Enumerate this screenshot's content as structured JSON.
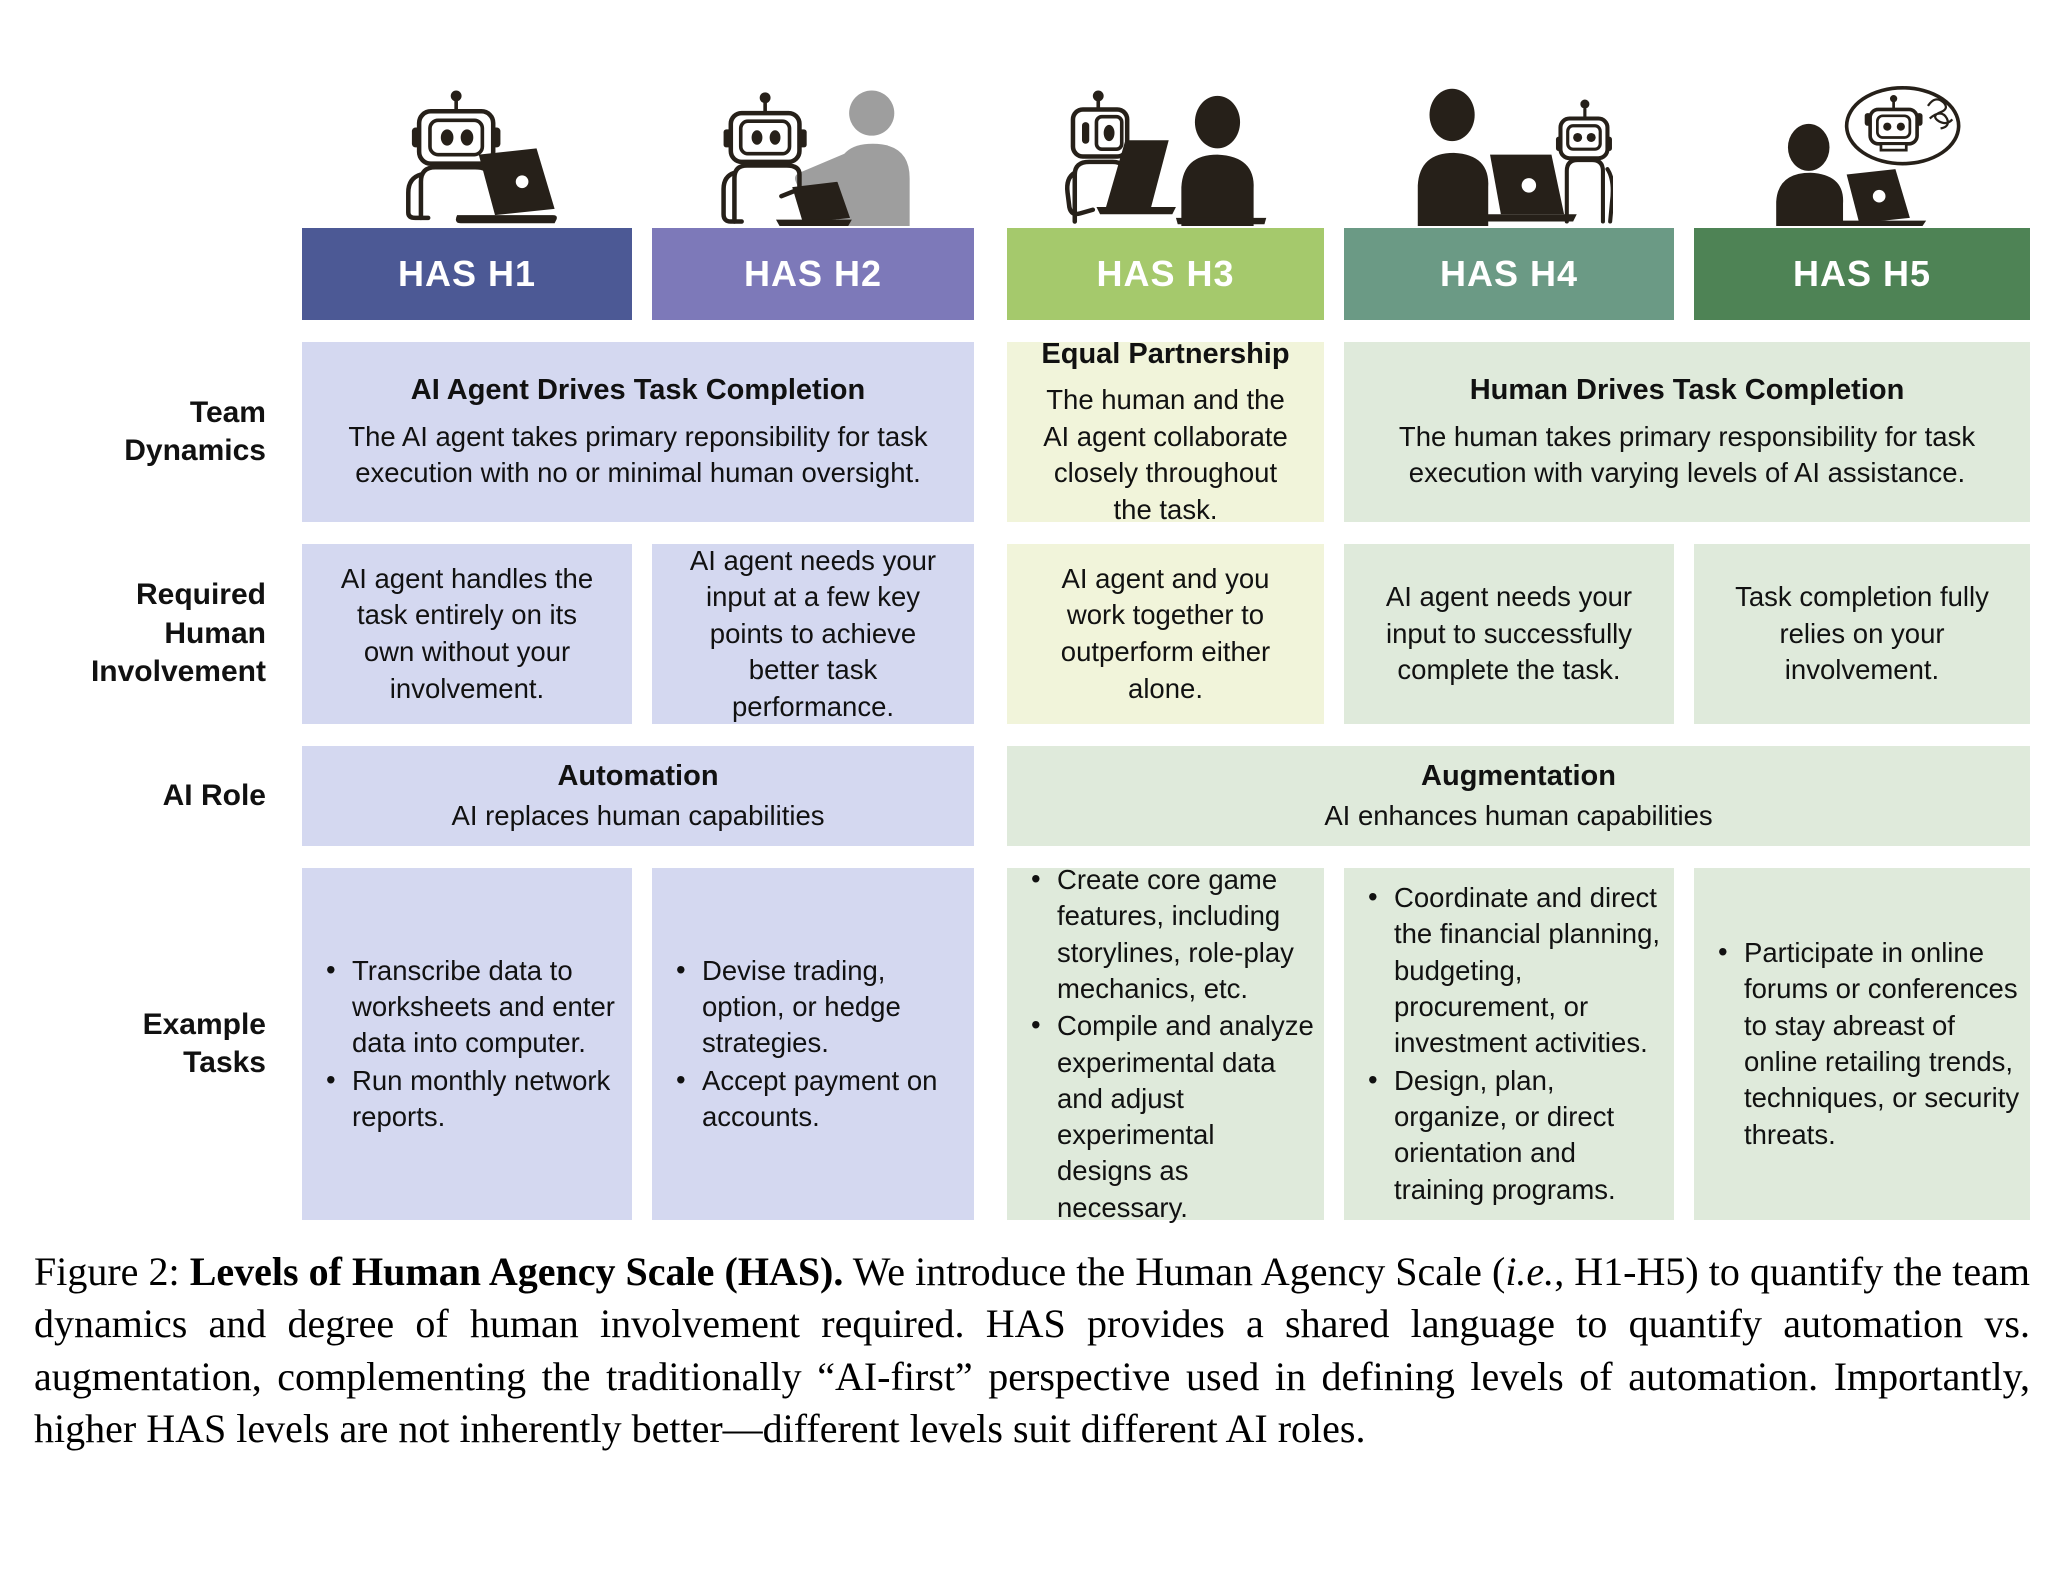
{
  "figure": {
    "columns": [
      {
        "id": "h1",
        "header": "HAS H1",
        "header_color": "#4C5995",
        "icon": "robot-at-laptop"
      },
      {
        "id": "h2",
        "header": "HAS H2",
        "header_color": "#7D79B9",
        "icon": "robot-with-human-helper"
      },
      {
        "id": "h3",
        "header": "HAS H3",
        "header_color": "#A5C96C",
        "icon": "robot-and-human-collaborating"
      },
      {
        "id": "h4",
        "header": "HAS H4",
        "header_color": "#6B9A85",
        "icon": "human-with-robot-assistant"
      },
      {
        "id": "h5",
        "header": "HAS H5",
        "header_color": "#4E8355",
        "icon": "human-thinking-of-robot"
      }
    ],
    "colors": {
      "lavender": "#D4D8F0",
      "pale_yellow_green": "#F1F4DA",
      "pale_green": "#DFEADB"
    },
    "rows": {
      "team_dynamics": {
        "label": "Team\nDynamics",
        "left": {
          "title": "AI Agent Drives Task Completion",
          "body": "The AI agent takes primary reponsibility for task execution with no or minimal human oversight."
        },
        "middle": {
          "title": "Equal Partnership",
          "body": "The human and the AI agent collaborate closely throughout the task."
        },
        "right": {
          "title": "Human Drives Task Completion",
          "body": "The human takes primary responsibility for task execution with varying levels of AI assistance."
        }
      },
      "required_involvement": {
        "label": "Required\nHuman\nInvolvement",
        "cells": [
          "AI agent handles the task entirely on its own without your involvement.",
          "AI agent needs your input at a few key points to achieve better task performance.",
          "AI agent and you work together to outperform either alone.",
          "AI agent needs your input to successfully complete the task.",
          "Task completion fully relies on your involvement."
        ]
      },
      "ai_role": {
        "label": "AI Role",
        "automation": {
          "title": "Automation",
          "body": "AI replaces human capabilities"
        },
        "augmentation": {
          "title": "Augmentation",
          "body": "AI enhances human capabilities"
        }
      },
      "example_tasks": {
        "label": "Example\nTasks",
        "h1": [
          "Transcribe data to worksheets and enter data into computer.",
          "Run monthly network reports."
        ],
        "h2": [
          "Devise trading, option, or hedge strategies.",
          "Accept payment on accounts."
        ],
        "h3": [
          "Create core game features, including storylines, role-play mechanics, etc.",
          "Compile and analyze experimental data and adjust experimental designs as necessary."
        ],
        "h4": [
          "Coordinate and direct the financial planning, budgeting, procurement, or investment activities.",
          "Design, plan, organize, or direct orientation and training programs."
        ],
        "h5": [
          "Participate in online forums or conferences to stay abreast of online retailing trends, techniques, or security threats."
        ]
      }
    }
  },
  "caption": {
    "prefix": "Figure 2: ",
    "bold": "Levels of Human Agency Scale (HAS).",
    "t1": " We introduce the Human Agency Scale (",
    "italic": "i.e.",
    "t2": ", H1-H5) to quantify the team dynamics and degree of human involvement required. HAS provides a shared language to quantify automation vs. augmentation, complementing the traditionally “AI-first” perspective used in defining levels of automation. Importantly, higher HAS levels are not inherently better—different levels suit different AI roles."
  }
}
